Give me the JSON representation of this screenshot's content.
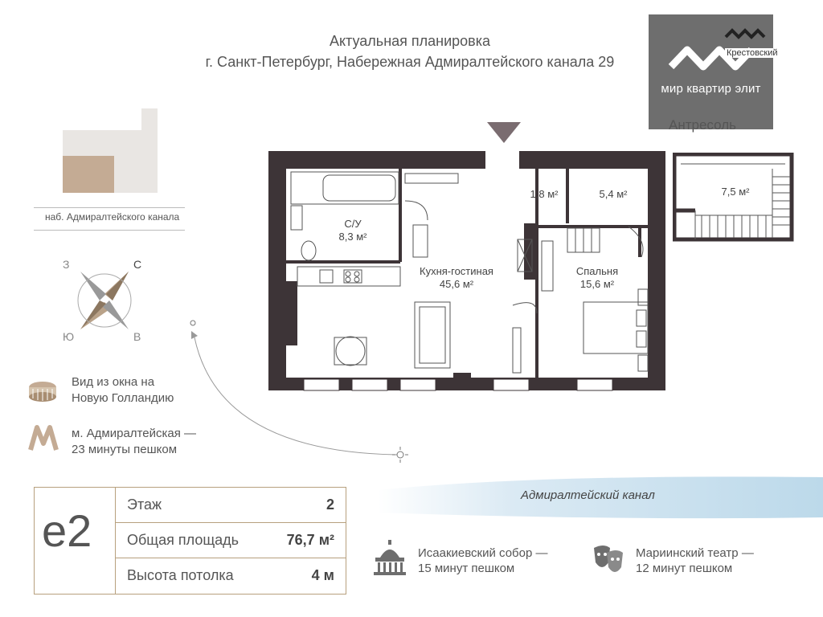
{
  "header": {
    "line1": "Актуальная планировка",
    "line2": "г. Санкт-Петербург, Набережная Адмиралтейского канала 29"
  },
  "logo": {
    "brand": "мир квартир элит",
    "partner": "Крестовский"
  },
  "antresol_label": "Антресоль",
  "embankment_label": "наб. Адмиралтейского канала",
  "compass": {
    "n": "С",
    "w": "З",
    "s": "Ю",
    "e": "В"
  },
  "rooms": {
    "bath": {
      "name": "С/У",
      "area": "8,3 м²"
    },
    "hall": {
      "area": "1,8 м²"
    },
    "storage": {
      "area": "5,4 м²"
    },
    "kitchen": {
      "name": "Кухня-гостиная",
      "area": "45,6 м²"
    },
    "bedroom": {
      "name": "Спальня",
      "area": "15,6 м²"
    },
    "mezzanine": {
      "area": "7,5 м²"
    }
  },
  "features": [
    {
      "icon": "holland-island-icon",
      "text1": "Вид из окна на",
      "text2": "Новую Голландию"
    },
    {
      "icon": "metro-icon",
      "text1": "м. Адмиралтейская —",
      "text2": "23 минуты пешком"
    }
  ],
  "canal_label": "Адмиралтейский канал",
  "info": {
    "floor_badge": "е2",
    "rows": [
      {
        "key": "Этаж",
        "value": "2"
      },
      {
        "key": "Общая площадь",
        "value": "76,7 м²"
      },
      {
        "key": "Высота потолка",
        "value": "4 м"
      }
    ]
  },
  "poi": [
    {
      "icon": "cathedral-icon",
      "text1": "Исаакиевский собор —",
      "text2": "15 минут пешком"
    },
    {
      "icon": "theatre-masks-icon",
      "text1": "Мариинский театр —",
      "text2": "12 минут пешком"
    }
  ],
  "colors": {
    "wall": "#3d3437",
    "accent_beige": "#b7a07e",
    "site_plot": "#e9e6e3",
    "site_building": "#c4ab94",
    "logo_bg": "#6e6e6e",
    "water": "#bcd9ea"
  }
}
